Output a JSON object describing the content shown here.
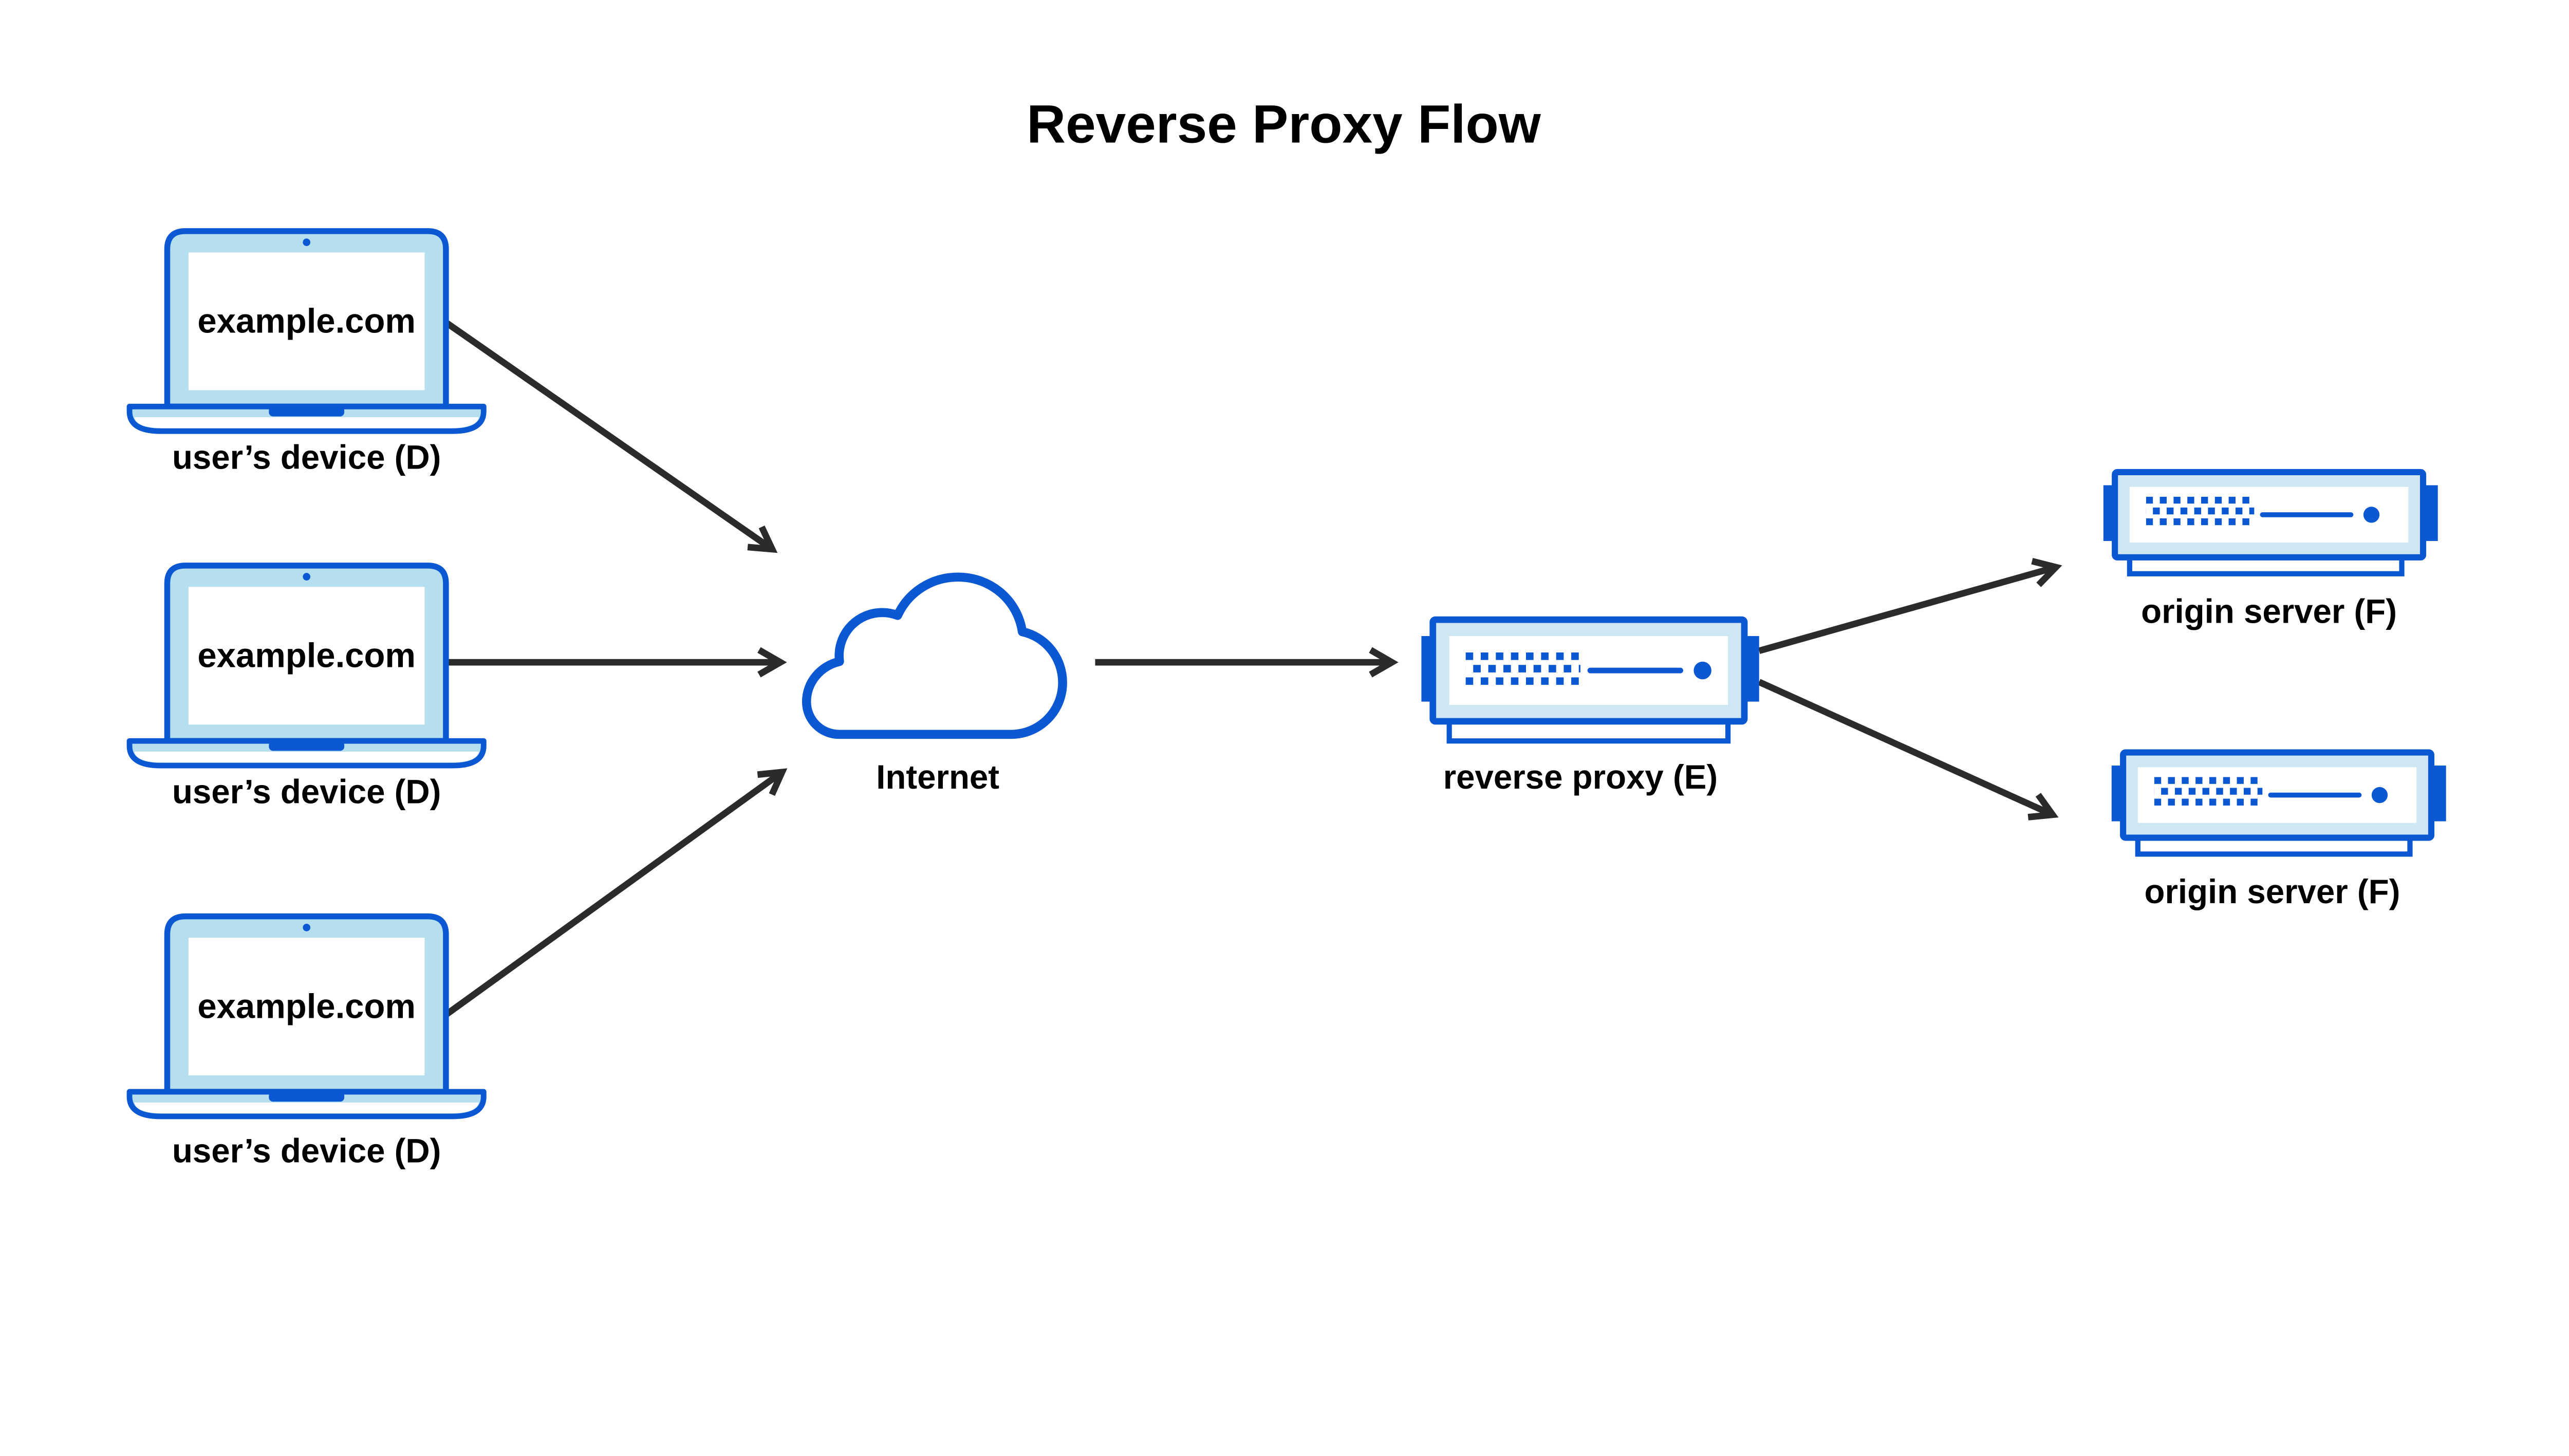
{
  "diagram": {
    "title": "Reverse Proxy Flow",
    "nodes": {
      "device1": {
        "screen_text": "example.com",
        "label": "user’s device (D)"
      },
      "device2": {
        "screen_text": "example.com",
        "label": "user’s device (D)"
      },
      "device3": {
        "screen_text": "example.com",
        "label": "user’s device (D)"
      },
      "internet": {
        "label": "Internet"
      },
      "reverse_proxy": {
        "label": "reverse proxy (E)"
      },
      "origin1": {
        "label": "origin server (F)"
      },
      "origin2": {
        "label": "origin server (F)"
      }
    },
    "edges": [
      {
        "from": "device1",
        "to": "internet"
      },
      {
        "from": "device2",
        "to": "internet"
      },
      {
        "from": "device3",
        "to": "internet"
      },
      {
        "from": "internet",
        "to": "reverse_proxy"
      },
      {
        "from": "reverse_proxy",
        "to": "origin1"
      },
      {
        "from": "reverse_proxy",
        "to": "origin2"
      }
    ],
    "colors": {
      "blue": "#0b58d2",
      "laptop_fill": "#b5dfee",
      "server_fill": "#cfe7f2",
      "arrow": "#2b2b2b",
      "text": "#000000",
      "background": "#ffffff"
    }
  }
}
